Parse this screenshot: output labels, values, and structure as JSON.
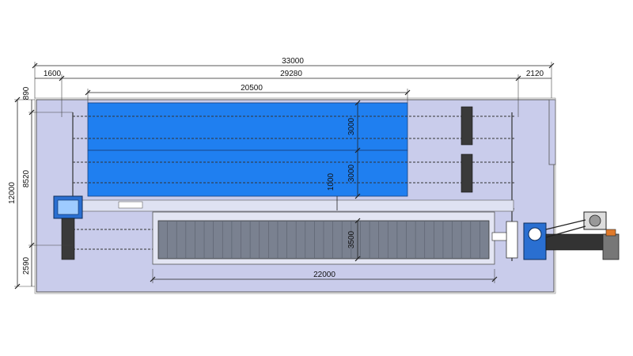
{
  "dimensions": {
    "overall_length": "33000",
    "inner_length": "29280",
    "left_offset": "1600",
    "right_offset": "2120",
    "blue_pool_length": "20500",
    "row_width_1": "3000",
    "row_width_2": "3000",
    "aisle_width": "1000",
    "grey_row_width": "3500",
    "grey_row_length": "22000",
    "overall_width": "12000",
    "upper_width": "8520",
    "top_margin": "890",
    "bottom_width": "2590"
  },
  "colors": {
    "hall_floor": "#c9cceb",
    "blue_pool": "#1f7ff0",
    "grey_channel": "#7a8190",
    "equipment_blue": "#2a6fd1",
    "outline": "#2b2b2b"
  }
}
